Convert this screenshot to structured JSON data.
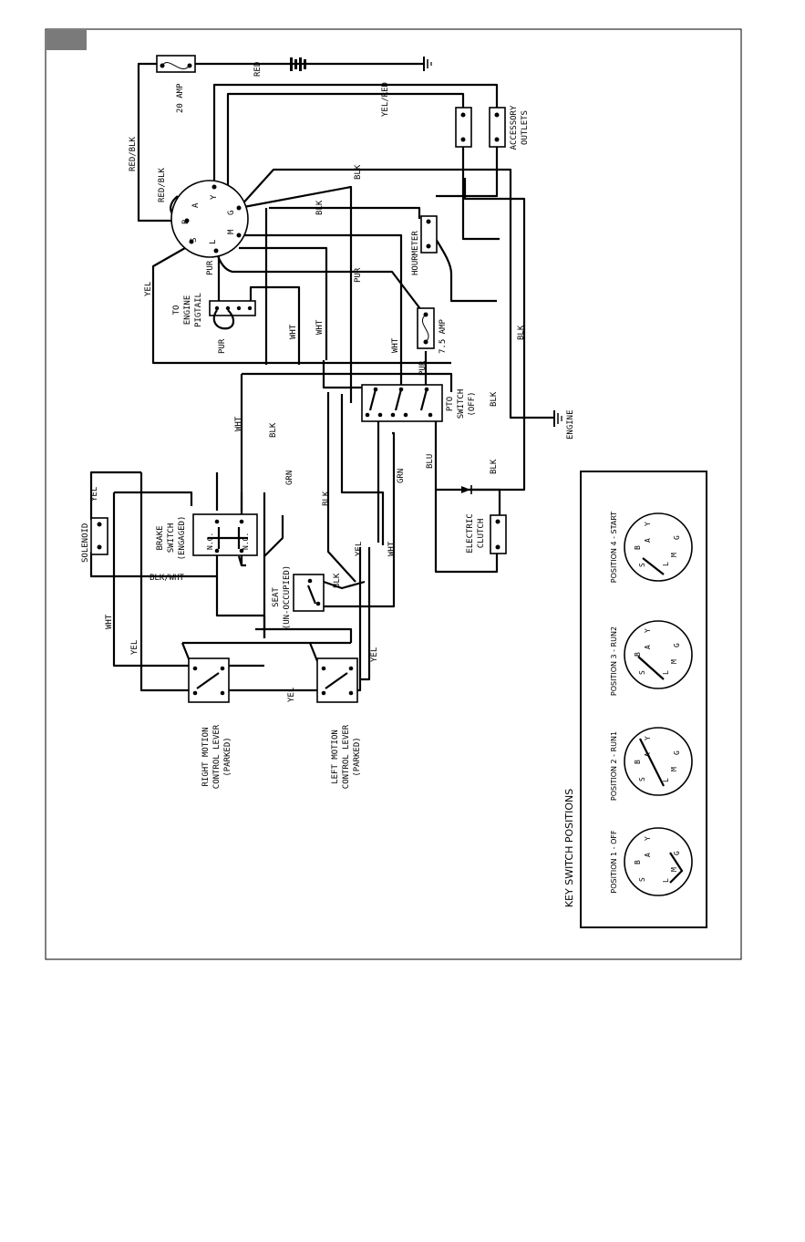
{
  "components": {
    "fuse_20": "20 AMP",
    "fuse_7_5": "7.5 AMP",
    "accessory_outlets": [
      "ACCESSORY",
      "OUTLETS"
    ],
    "hourmeter": "HOURMETER",
    "to_engine_pigtail": [
      "TO",
      "ENGINE",
      "PIGTAIL"
    ],
    "pto_switch": [
      "PTO",
      "SWITCH",
      "(OFF)"
    ],
    "engine_ground": "ENGINE",
    "solenoid": "SOLENOID",
    "brake_switch": [
      "BRAKE",
      "SWITCH",
      "(ENGAGED)"
    ],
    "brake_nc": "N.C.",
    "brake_no": "N.O.",
    "seat": [
      "SEAT",
      "(UN-OCCUPIED)"
    ],
    "electric_clutch": [
      "ELECTRIC",
      "CLUTCH"
    ],
    "right_lever": [
      "RIGHT MOTION",
      "CONTROL LEVER",
      "(PARKED)"
    ],
    "left_lever": [
      "LEFT MOTION",
      "CONTROL LEVER",
      "(PARKED)"
    ],
    "ignition_terminals": [
      "B",
      "A",
      "Y",
      "G",
      "M",
      "L",
      "S"
    ]
  },
  "wires": {
    "red": "RED",
    "red_blk": "RED/BLK",
    "red_blk_2": "RED/BLK",
    "yel_red": "YEL/RED",
    "yel": "YEL",
    "blk": "BLK",
    "pur": "PUR",
    "wht": "WHT",
    "grn": "GRN",
    "blu": "BLU",
    "blk_wht": "BLK/WHT"
  },
  "key_switch": {
    "title": "KEY SWITCH POSITIONS",
    "positions": [
      {
        "label": "POSITION 1 - OFF",
        "connects": [
          "G",
          "M",
          "L"
        ]
      },
      {
        "label": "POSITION 2 - RUN1",
        "connects": [
          "B",
          "Y",
          "L"
        ]
      },
      {
        "label": "POSITION 3 - RUN2",
        "connects": [
          "B",
          "L"
        ]
      },
      {
        "label": "POSITION 4 - START",
        "connects": [
          "B",
          "S"
        ]
      }
    ],
    "terminals": [
      "S",
      "B",
      "A",
      "Y",
      "G",
      "M",
      "L"
    ]
  }
}
